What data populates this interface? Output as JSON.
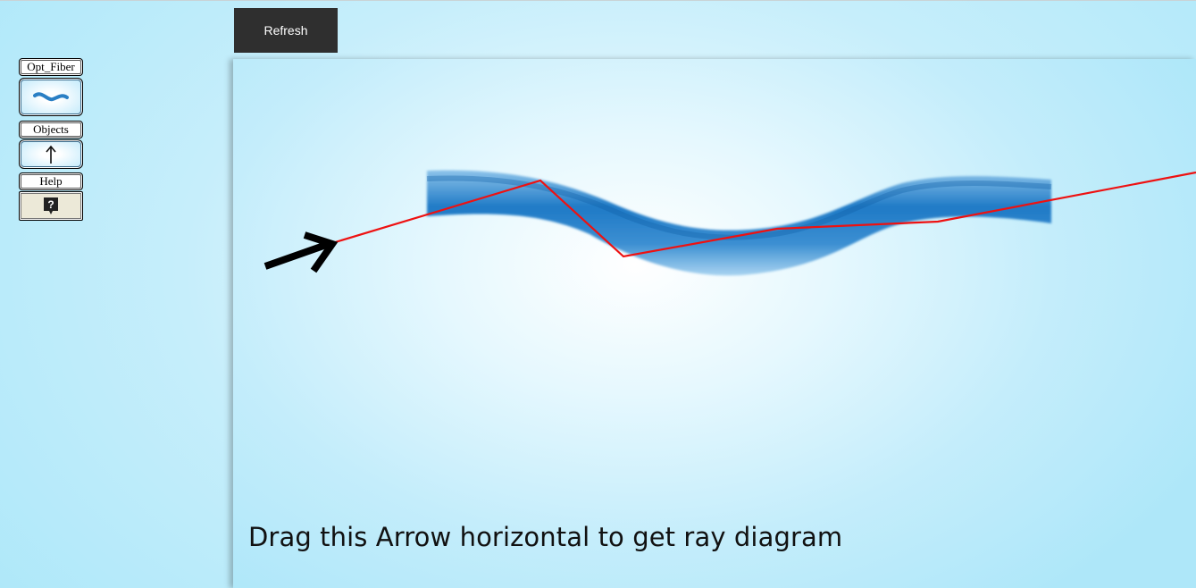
{
  "toolbar": {
    "refresh_label": "Refresh"
  },
  "sidebar": {
    "items": [
      {
        "label": "Opt_Fiber",
        "icon": "fiber-wave-icon"
      },
      {
        "label": "Objects",
        "icon": "up-arrow-icon"
      },
      {
        "label": "Help",
        "icon": "help-icon"
      }
    ]
  },
  "main": {
    "instruction": "Drag this Arrow horizontal to get ray diagram"
  },
  "colors": {
    "ray": "#ee1111",
    "fiber": "#1c79c4",
    "refresh_bg": "#2f2f2f"
  }
}
